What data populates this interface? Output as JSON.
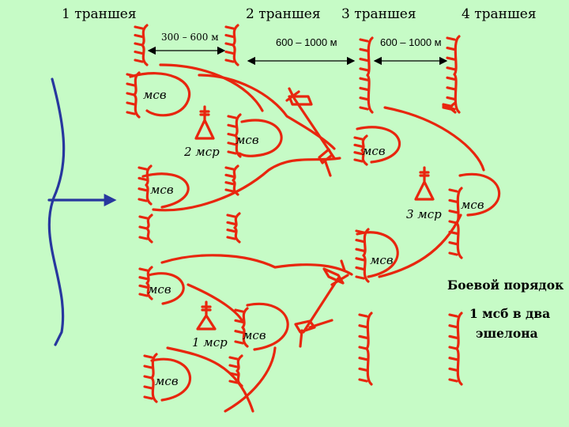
{
  "trenches": [
    "1 траншея",
    "2 траншея",
    "3 траншея",
    "4 траншея"
  ],
  "distances": [
    "300 – 600 м",
    "600 – 1000 м",
    "600 – 1000 м"
  ],
  "units": {
    "msv": "мсв",
    "msr1": "1 мср",
    "msr2": "2 мср",
    "msr3": "3 мср"
  },
  "caption": {
    "title": "Боевой порядок",
    "line1": "1 мсб в два",
    "line2": "эшелона"
  },
  "colors": {
    "red": "#e8260e",
    "blue": "#27379e",
    "background": "#c6fbc6"
  }
}
